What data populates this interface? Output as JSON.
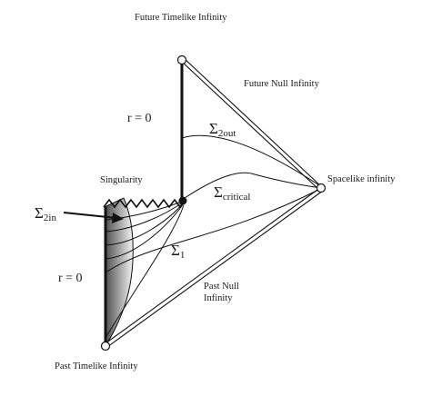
{
  "labels": {
    "future_timelike": "Future Timelike Infinity",
    "future_null": "Future Null Infinity",
    "r0_top": "r = 0",
    "sigma2out_main": "Σ",
    "sigma2out_sub": "2out",
    "singularity": "Singularity",
    "sigmacrit_main": "Σ",
    "sigmacrit_sub": "critical",
    "spacelike": "Spacelike infinity",
    "sigma2in_main": "Σ",
    "sigma2in_sub": "2in",
    "sigma1_main": "Σ",
    "sigma1_sub": "1",
    "r0_bottom": "r = 0",
    "past_null_1": "Past Null",
    "past_null_2": "Infinity",
    "past_timelike": "Past Timelike Infinity"
  },
  "colors": {
    "ink": "#111111",
    "shade_dark": "#555555",
    "shade_light": "#f2f2f2"
  }
}
